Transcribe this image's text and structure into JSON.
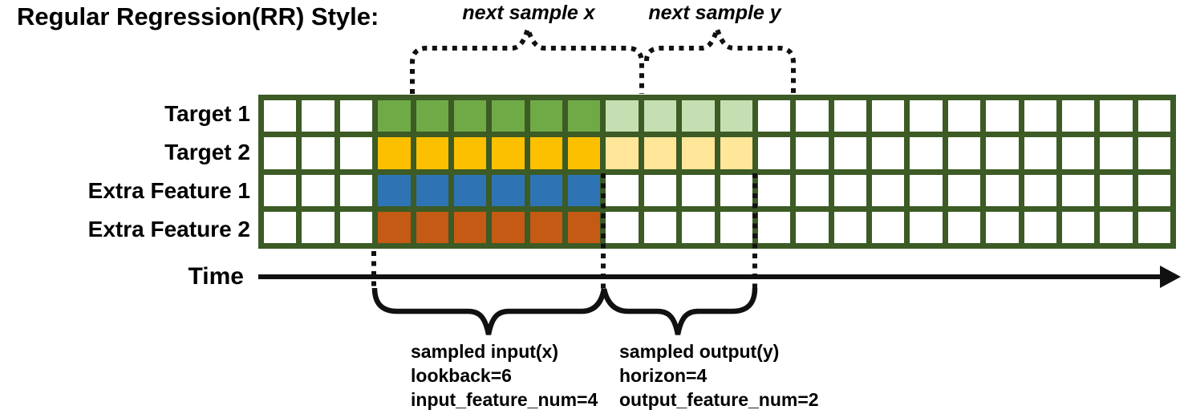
{
  "title": "Regular Regression(RR) Style:",
  "annotations": {
    "next_sample_x": "next sample x",
    "next_sample_y": "next sample y",
    "time_label": "Time"
  },
  "captions": {
    "input": [
      "sampled input(x)",
      "lookback=6",
      "input_feature_num=4"
    ],
    "output": [
      "sampled output(y)",
      "horizon=4",
      "output_feature_num=2"
    ]
  },
  "parameters": {
    "lookback": 6,
    "horizon": 4,
    "input_feature_num": 4,
    "output_feature_num": 2
  },
  "colors": {
    "grid_line": "#3C5B25",
    "target1": "#6FAA47",
    "target1_forecast": "#C5DFB3",
    "target2": "#FDC000",
    "target2_forecast": "#FFE699",
    "extra_feature1": "#2E74B5",
    "extra_feature2": "#C45A13",
    "ink": "#111111"
  },
  "grid": {
    "columns": 24,
    "rows": [
      {
        "label": "Target 1",
        "segments": [
          {
            "start": 3,
            "count": 6,
            "color": "target1"
          },
          {
            "start": 9,
            "count": 4,
            "color": "target1_forecast"
          }
        ]
      },
      {
        "label": "Target 2",
        "segments": [
          {
            "start": 3,
            "count": 6,
            "color": "target2"
          },
          {
            "start": 9,
            "count": 4,
            "color": "target2_forecast"
          }
        ]
      },
      {
        "label": "Extra Feature 1",
        "segments": [
          {
            "start": 3,
            "count": 6,
            "color": "extra_feature1"
          }
        ]
      },
      {
        "label": "Extra Feature 2",
        "segments": [
          {
            "start": 3,
            "count": 6,
            "color": "extra_feature2"
          }
        ]
      }
    ]
  }
}
